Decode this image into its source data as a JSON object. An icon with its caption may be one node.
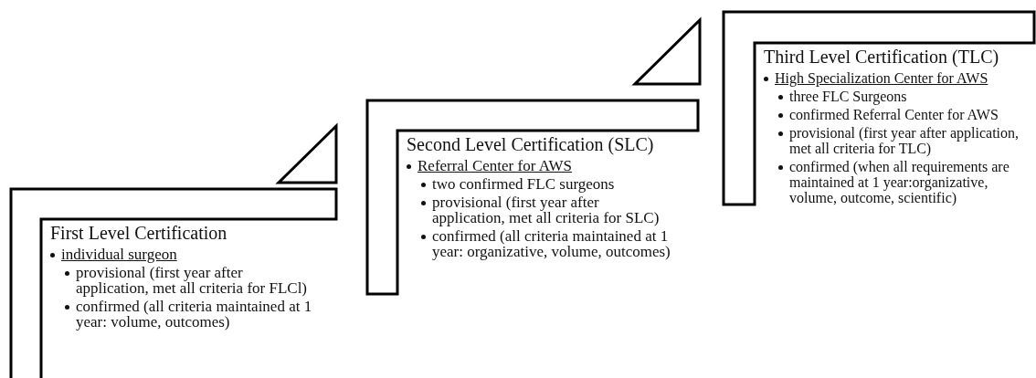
{
  "diagram": {
    "nodes": [
      {
        "text": [
          "First Level Certification",
          "individual surgeon",
          "provisional (first year after application, met all criteria for FLCl)",
          "confirmed (all criteria maintained at 1 year: volume, outcomes)"
        ]
      },
      {
        "text": [
          "Second Level Certification (SLC)",
          "Referral Center for AWS",
          "two confirmed FLC surgeons",
          "provisional (first year after application, met all criteria for SLC)",
          "confirmed (all criteria maintained at 1 year: organizative, volume, outcomes)"
        ]
      },
      {
        "text": [
          "Third Level Certification (TLC)",
          "High Specialization Center for AWS",
          "three FLC Surgeons",
          "confirmed Referral Center for AWS",
          "provisional (first year after application, met all criteria for TLC)",
          "confirmed (when all requirements are maintained at 1 year:organizative, volume, outcome, scientific)"
        ]
      }
    ],
    "edges": []
  }
}
